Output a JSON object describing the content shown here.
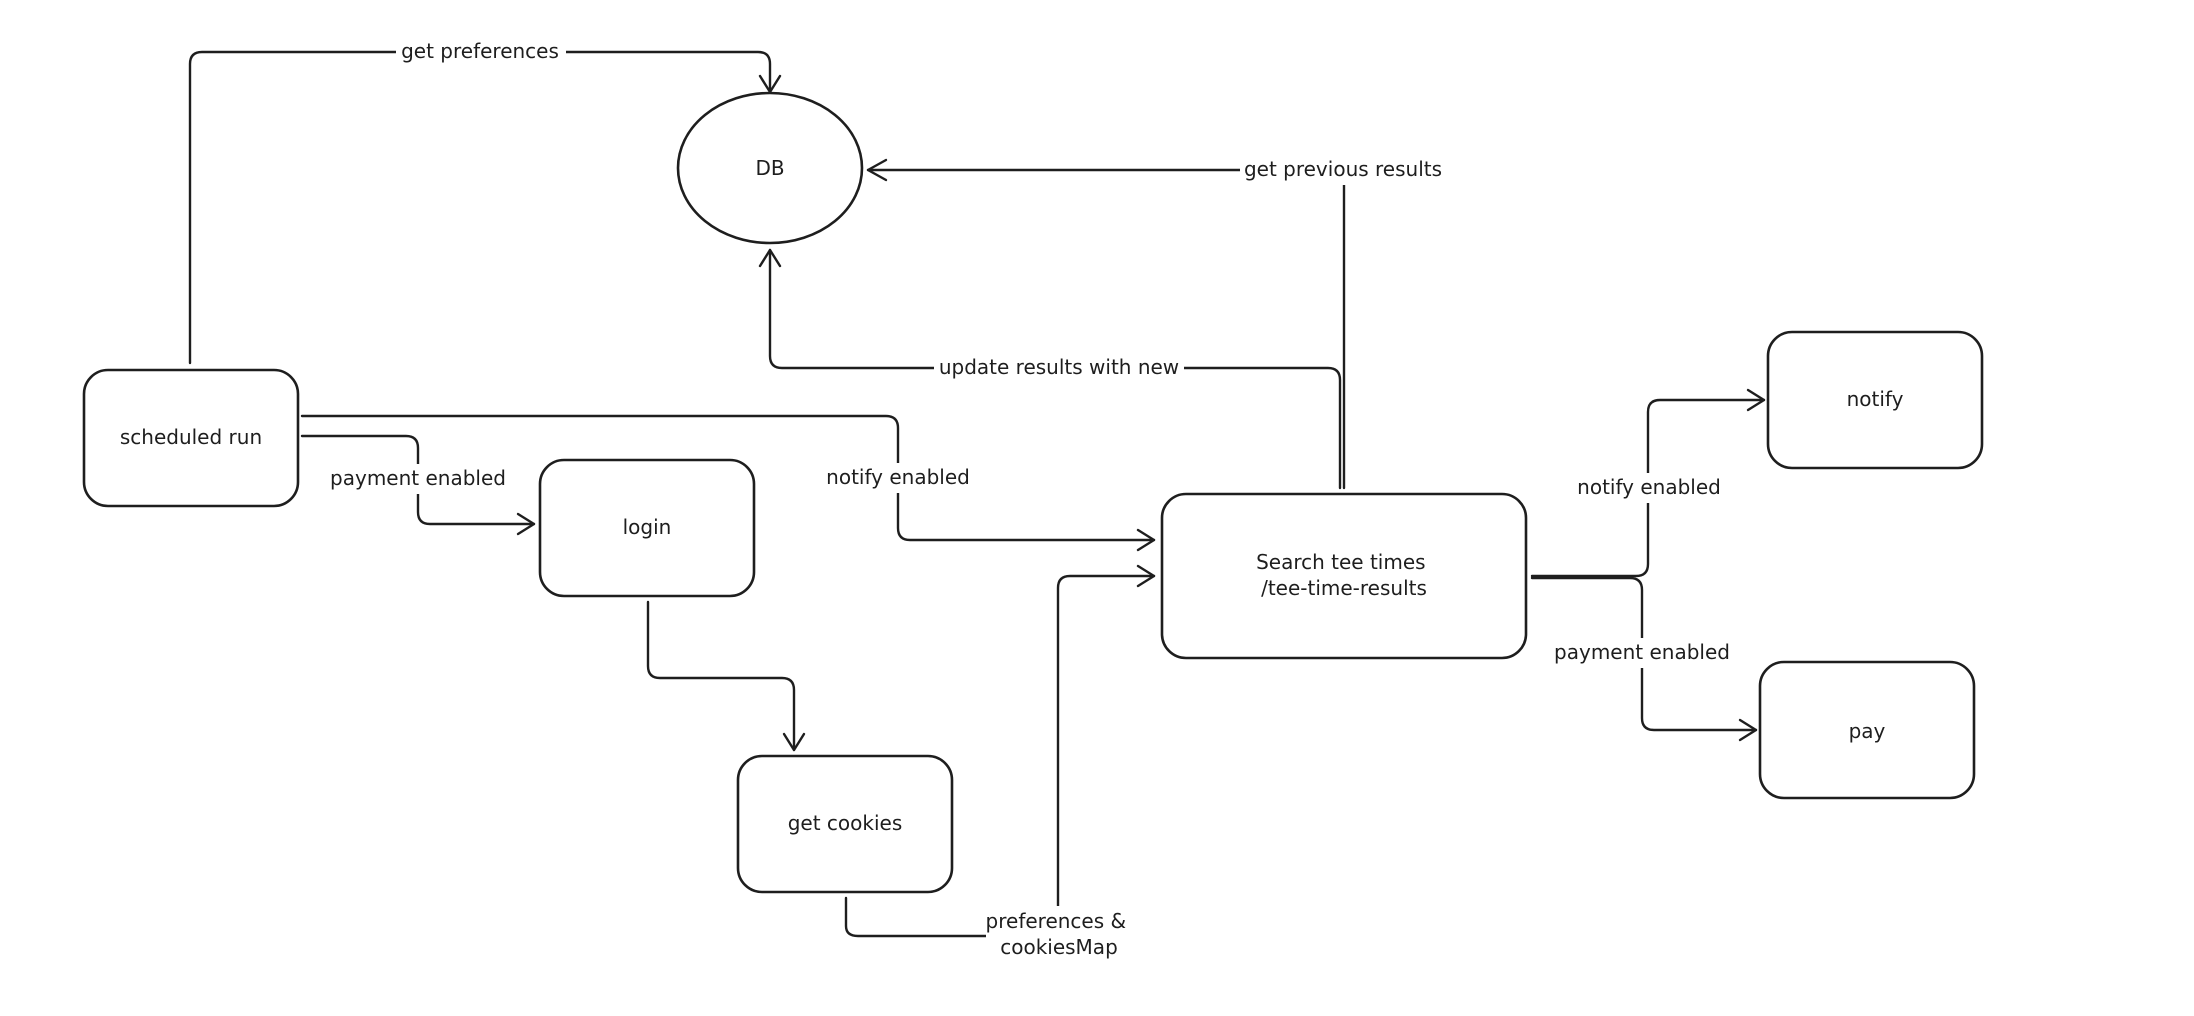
{
  "diagram": {
    "nodes": {
      "db": "DB",
      "scheduled_run": "scheduled run",
      "login": "login",
      "get_cookies": "get cookies",
      "search": [
        "Search tee times",
        "/tee-time-results"
      ],
      "notify": "notify",
      "pay": "pay"
    },
    "edges": {
      "get_preferences": "get preferences",
      "get_previous_results": "get previous results",
      "update_results": "update results with new",
      "payment_enabled_login": "payment enabled",
      "notify_enabled_search": "notify enabled",
      "preferences_cookies": [
        "preferences &",
        "cookiesMap"
      ],
      "notify_enabled_out": "notify enabled",
      "payment_enabled_out": "payment enabled"
    }
  }
}
